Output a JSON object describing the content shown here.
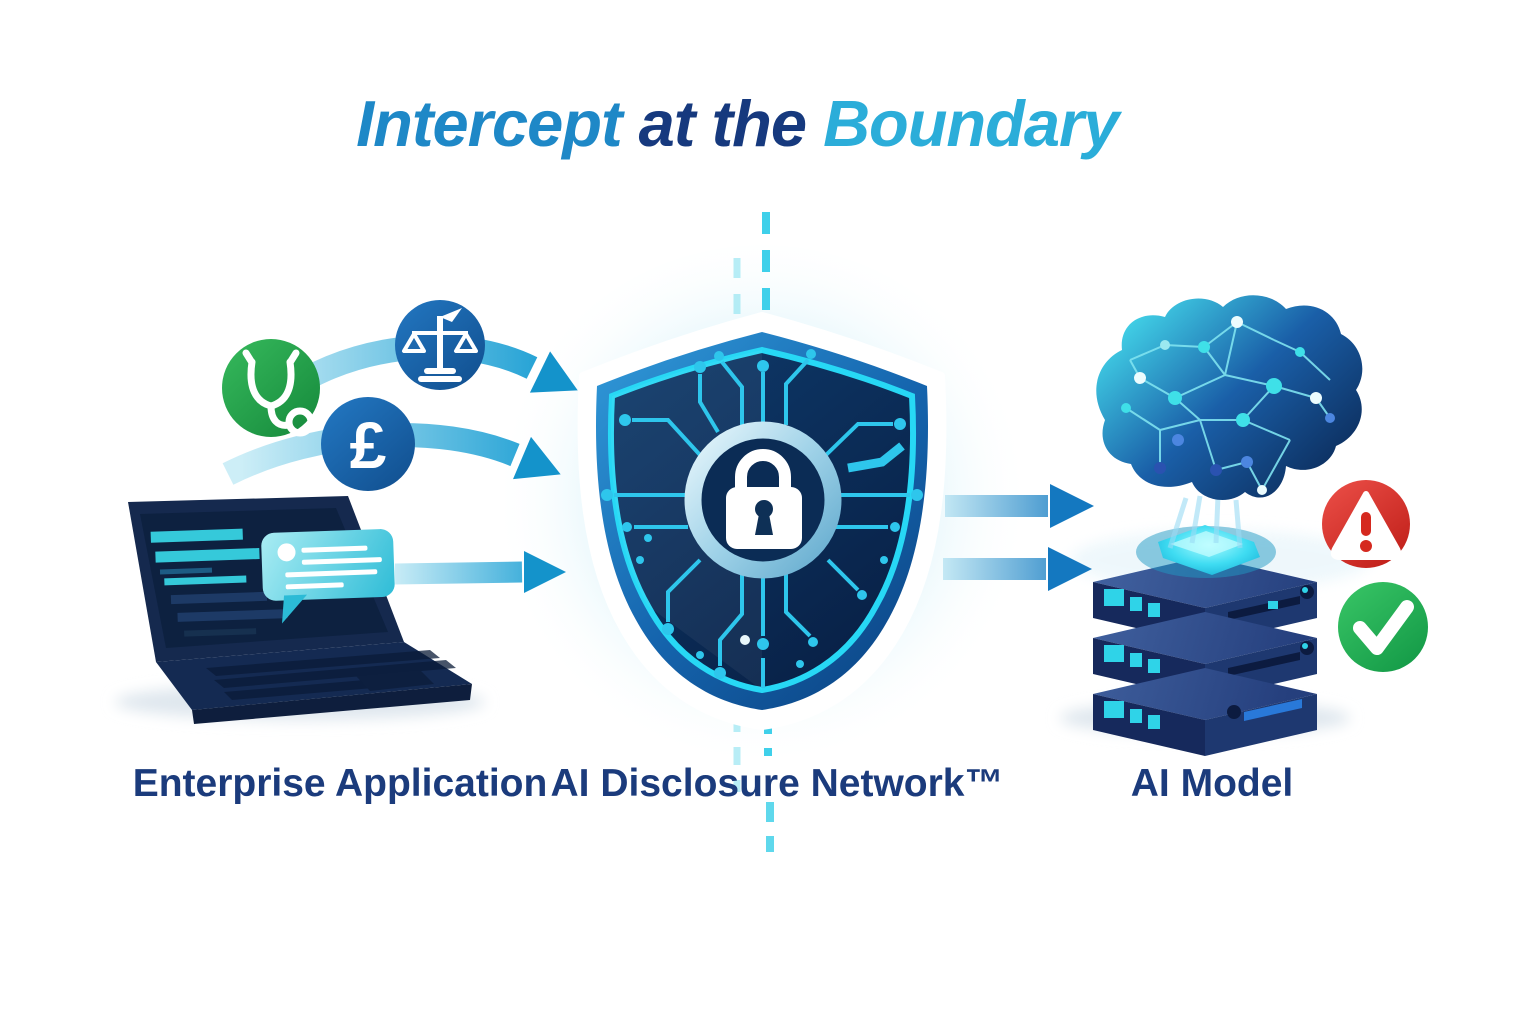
{
  "title": {
    "part1": "Intercept",
    "part2": " at the ",
    "part3": "Boundary"
  },
  "labels": {
    "enterprise": "Enterprise Application",
    "network": "AI Disclosure Network™",
    "model": "AI Model"
  },
  "icons": {
    "pound": {
      "glyph": "£",
      "name": "pound-sterling-icon"
    },
    "names": [
      "stethoscope-icon",
      "scales-of-justice-icon",
      "pound-sterling-icon",
      "chat-bubble-icon",
      "laptop-icon",
      "shield-icon",
      "lock-icon",
      "circuit-traces",
      "brain-network-icon",
      "server-stack-icon",
      "warning-icon",
      "check-icon",
      "flow-arrow",
      "boundary-dashed-line"
    ]
  },
  "colors": {
    "title_blue": "#1e88c7",
    "title_navy": "#16397e",
    "title_cyan": "#2badd9",
    "caption_navy": "#1b3b7c",
    "arrow_light": "#c8ecf6",
    "arrow_dark": "#149bd2",
    "shield_cyan": "#27d8f5",
    "shield_navy": "#0b2c55",
    "green_icon": "#27a34a",
    "blue_icon": "#1a63ab",
    "warning_red": "#d5291f",
    "check_green": "#1fa94e"
  }
}
